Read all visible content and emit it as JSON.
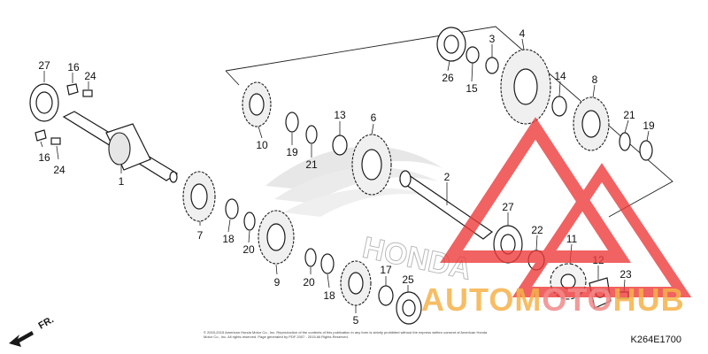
{
  "diagram": {
    "diagram_code": "K264E1700",
    "direction_label": "FR.",
    "copyright_text": "© 2003-2015 American Honda Motor Co., Inc. Reproduction of the contents of this publication in any form is strictly prohibited without the express written consent of American Honda Motor Co., Inc. All rights reserved. Page generated by PDF 2007 - 2015 All Rights Reserved.",
    "background_brand": "HONDA",
    "watermark": {
      "part1": "AUTOM",
      "part2": "OTO",
      "part3": "HUB"
    },
    "colors": {
      "line": "#1a1a1a",
      "watermark_red": "#ee3b3b",
      "watermark_orange": "#f6a020"
    },
    "callouts": {
      "c27a": "27",
      "c16a": "16",
      "c24a": "24",
      "c16b": "16",
      "c24b": "24",
      "c1": "1",
      "c7": "7",
      "c18a": "18",
      "c20a": "20",
      "c9": "9",
      "c20b": "20",
      "c18b": "18",
      "c5": "5",
      "c17": "17",
      "c25": "25",
      "c10": "10",
      "c19a": "19",
      "c21a": "21",
      "c13": "13",
      "c6": "6",
      "c26": "26",
      "c15": "15",
      "c3": "3",
      "c4": "4",
      "c14": "14",
      "c8": "8",
      "c21b": "21",
      "c19b": "19",
      "c2": "2",
      "c27b": "27",
      "c22": "22",
      "c11": "11",
      "c12": "12",
      "c23": "23"
    }
  }
}
